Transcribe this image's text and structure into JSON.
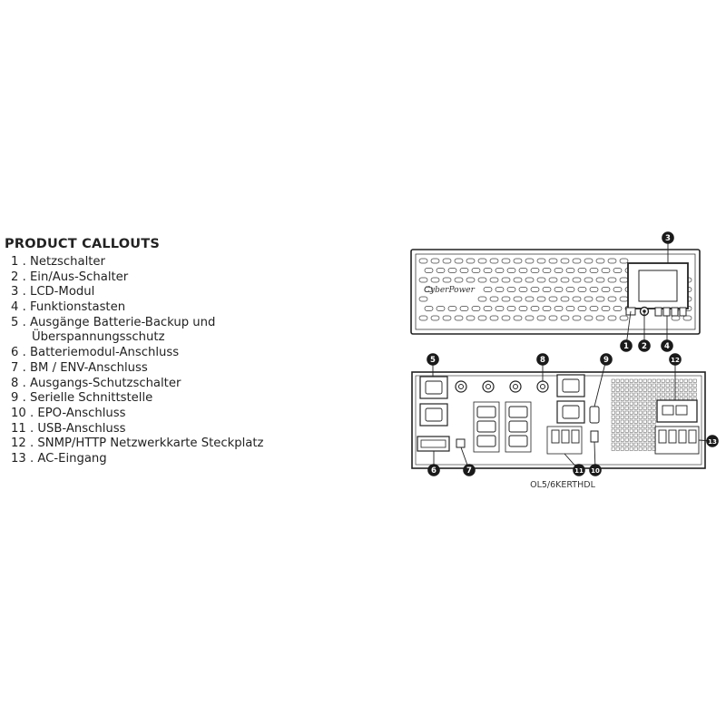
{
  "list": {
    "title": "PRODUCT CALLOUTS",
    "items": [
      {
        "text": "1 . Netzschalter"
      },
      {
        "text": "2 . Ein/Aus-Schalter"
      },
      {
        "text": "3 . LCD-Modul"
      },
      {
        "text": "4 . Funktionstasten"
      },
      {
        "text": "5 . Ausgänge Batterie-Backup und"
      },
      {
        "text": "Überspannungsschutz",
        "continuation": true
      },
      {
        "text": "6 . Batteriemodul-Anschluss"
      },
      {
        "text": "7 . BM / ENV-Anschluss"
      },
      {
        "text": "8 . Ausgangs-Schutzschalter"
      },
      {
        "text": "9 . Serielle Schnittstelle"
      },
      {
        "text": "10 . EPO-Anschluss"
      },
      {
        "text": "11 . USB-Anschluss"
      },
      {
        "text": "12 . SNMP/HTTP Netzwerkkarte Steckplatz"
      },
      {
        "text": "13 . AC-Eingang"
      }
    ]
  },
  "front_panel": {
    "logo_text": "CyberPower"
  },
  "rear_panel": {
    "model_label": "OL5/6KERTHDL"
  },
  "badges": [
    {
      "num": "1"
    },
    {
      "num": "2"
    },
    {
      "num": "3"
    },
    {
      "num": "4"
    },
    {
      "num": "5"
    },
    {
      "num": "6"
    },
    {
      "num": "7"
    },
    {
      "num": "8"
    },
    {
      "num": "9"
    },
    {
      "num": "10"
    },
    {
      "num": "11"
    },
    {
      "num": "12"
    },
    {
      "num": "13"
    }
  ],
  "colors": {
    "ink": "#222222",
    "badge": "#1a1a1a",
    "background": "#ffffff"
  }
}
